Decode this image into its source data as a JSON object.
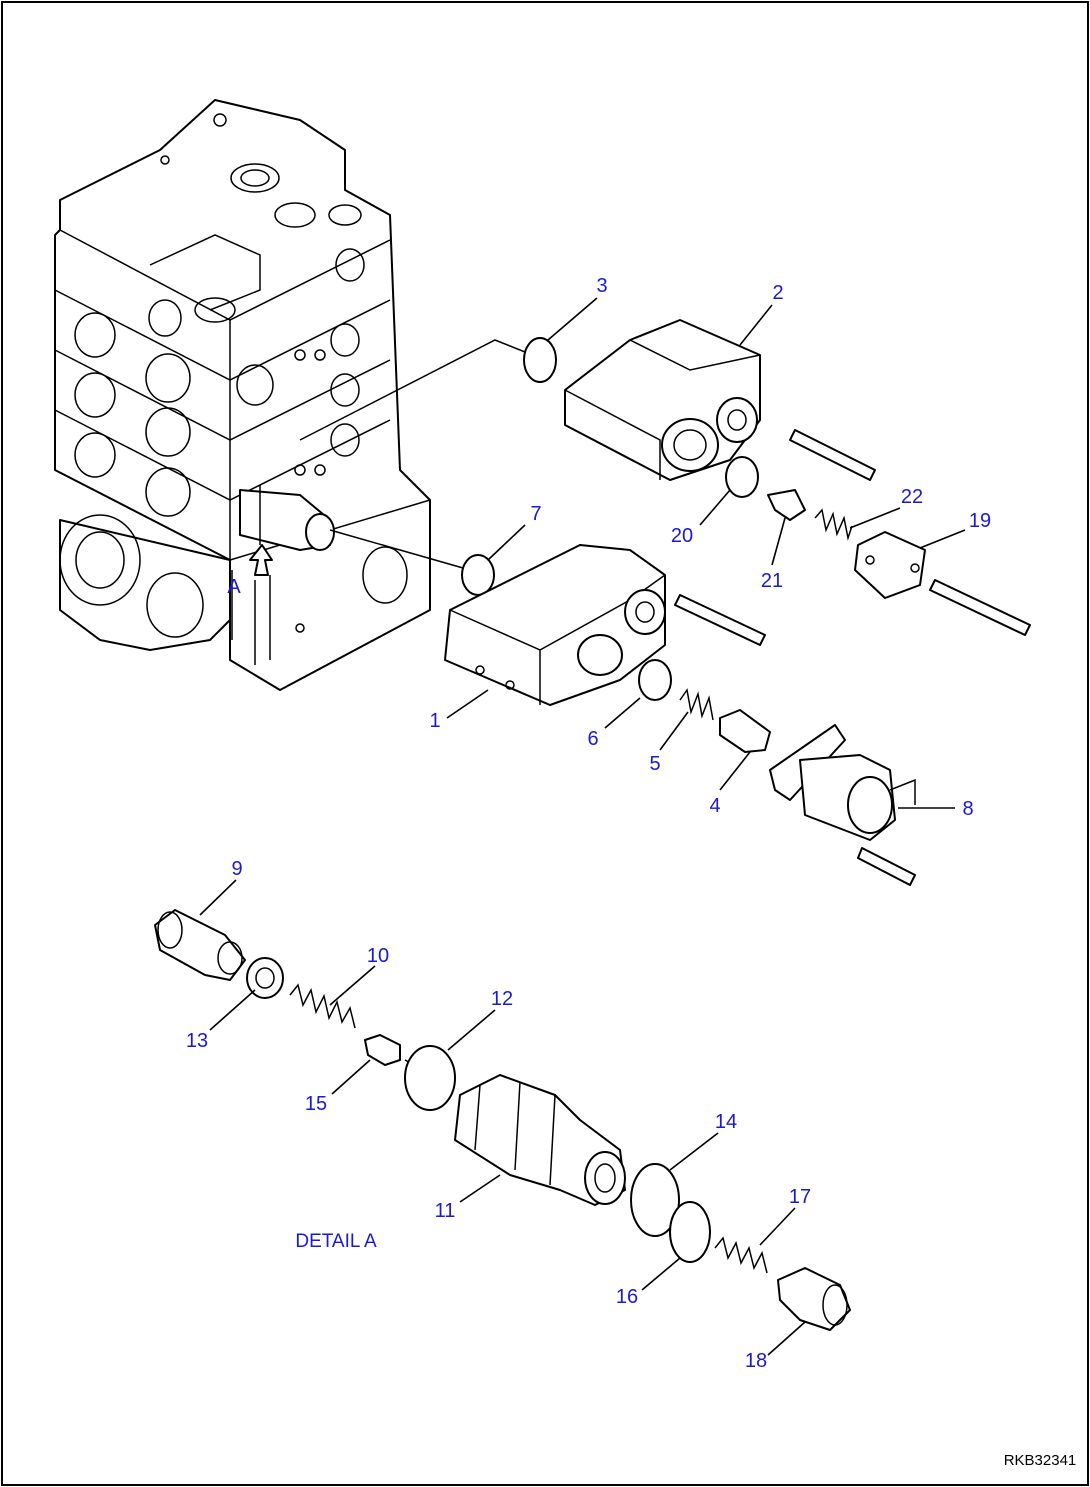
{
  "callouts": [
    "1",
    "2",
    "3",
    "4",
    "5",
    "6",
    "7",
    "8",
    "9",
    "10",
    "11",
    "12",
    "13",
    "14",
    "15",
    "16",
    "17",
    "18",
    "19",
    "20",
    "21",
    "22"
  ],
  "view_label": "A",
  "detail_label": "DETAIL A",
  "drawing_ref": "RKB32341"
}
